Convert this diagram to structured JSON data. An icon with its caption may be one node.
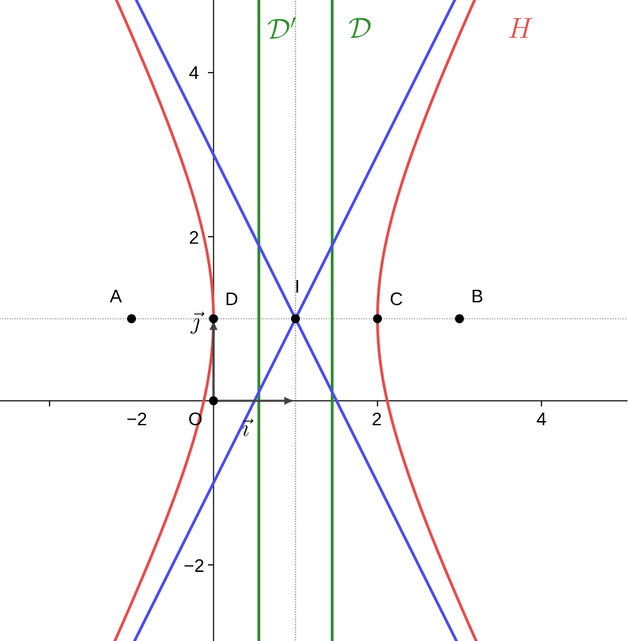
{
  "diagram": {
    "labels": [
      "H",
      "\\mathcal{D}'",
      "\\mathcal{D}",
      "4",
      "2",
      "A",
      "D",
      "I",
      "C",
      "B",
      "\\vec{\\jmath}",
      "−2",
      "2",
      "4",
      "O",
      "\\vec{\\imath}",
      "−2"
    ]
  }
}
